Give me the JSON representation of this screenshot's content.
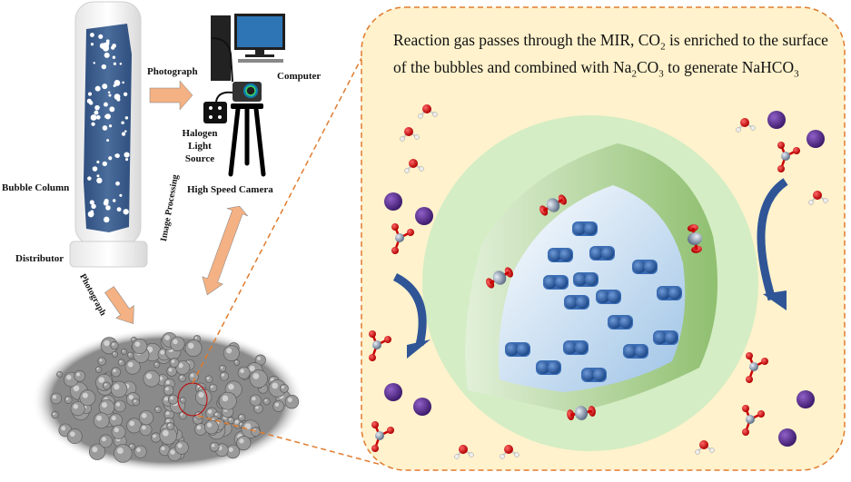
{
  "labels": {
    "photograph_top": "Photograph",
    "computer": "Computer",
    "halogen_line1": "Halogen",
    "halogen_line2": "Light",
    "halogen_line3": "Source",
    "bubble_column": "Bubble Column",
    "high_speed_camera": "High Speed Camera",
    "distributor": "Distributor",
    "image_processing": "Image Processing",
    "photograph_diag": "Photograph"
  },
  "caption": {
    "part1": "Reaction gas passes through the MIR, CO",
    "sub1": "2",
    "part2": " is enriched to the surface of the bubbles and combined with Na",
    "sub2": "2",
    "part3": "CO",
    "sub3": "3",
    "part4": " to generate NaHCO",
    "sub4": "3"
  },
  "colors": {
    "arrow_orange": "#f4b183",
    "dash_orange": "#e07b2e",
    "panel_fill": "#fff2cc",
    "column_blue": "#3d5f8f",
    "shell_green": "#a9d18e",
    "halo_green": "#d4edc4",
    "core_blue": "#bdd7ee",
    "curve_arrow_blue": "#2f5597",
    "oxygen_red": "#cc0000",
    "carbon_gray": "#8497b0",
    "sodium_purple": "#5b2c8f",
    "n2_blue": "#2e5fa6"
  }
}
